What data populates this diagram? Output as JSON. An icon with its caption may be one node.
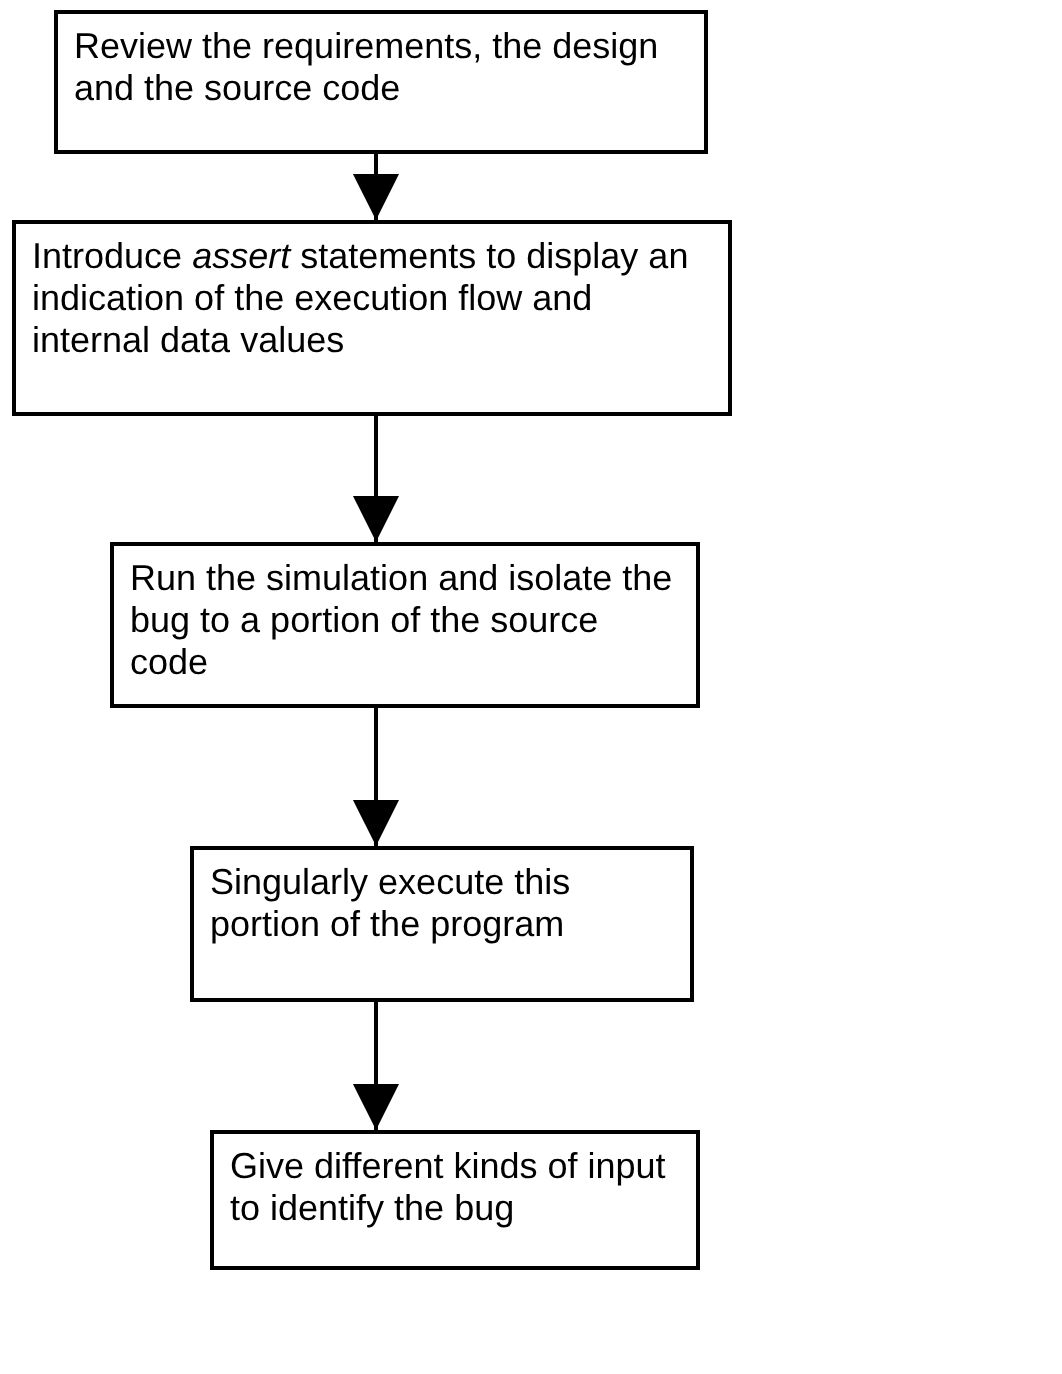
{
  "diagram": {
    "nodes": [
      {
        "text": [
          "Review the requirements, the design and the source code"
        ]
      },
      {
        "text": [
          "Introduce *assert* statements to display an indication of the execution flow and internal data values"
        ]
      },
      {
        "text": [
          "Run the simulation and isolate the bug to a portion of the source code"
        ]
      },
      {
        "text": [
          "Singularly execute this portion of the program"
        ]
      },
      {
        "text": [
          "Give different kinds of input to identify the bug"
        ]
      }
    ],
    "edges": [
      {
        "from": 0,
        "to": 1,
        "arrow": "to"
      },
      {
        "from": 1,
        "to": 2,
        "arrow": "to"
      },
      {
        "from": 2,
        "to": 3,
        "arrow": "to"
      },
      {
        "from": 3,
        "to": 4,
        "arrow": "to"
      }
    ]
  }
}
